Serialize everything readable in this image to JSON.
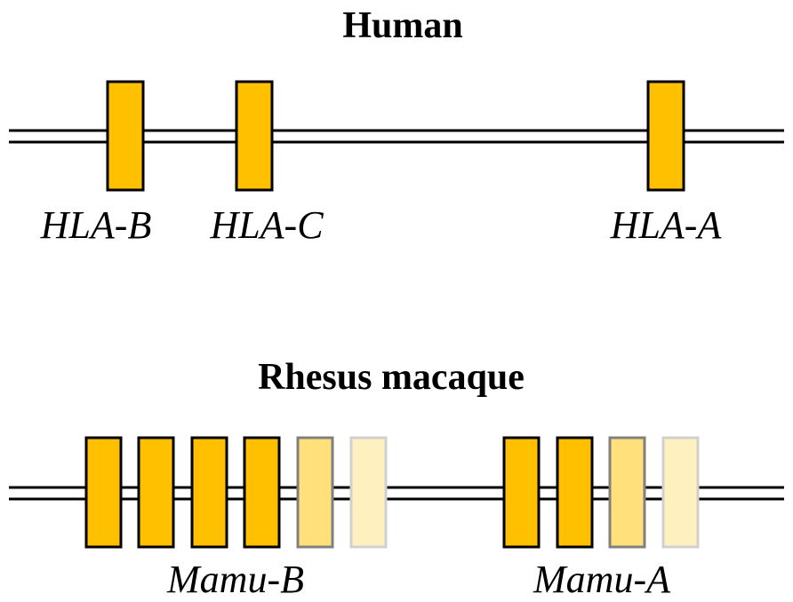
{
  "colors": {
    "background": "#ffffff",
    "line": "#000000",
    "gene_full": "#FFC000",
    "gene_full_border": "#000000",
    "gene_medium": "#FFE07A",
    "gene_medium_border": "#808080",
    "gene_light": "#FFF0C0",
    "gene_light_border": "#D0D0D0"
  },
  "panels": [
    {
      "title": "Human",
      "labels": [
        "HLA-B",
        "HLA-C",
        "HLA-A"
      ],
      "genes": [
        {
          "tone": "full"
        },
        {
          "tone": "full"
        },
        {
          "tone": "full"
        }
      ]
    },
    {
      "title": "Rhesus macaque",
      "labels": [
        "Mamu-B",
        "Mamu-A"
      ],
      "genes": [
        {
          "tone": "full"
        },
        {
          "tone": "full"
        },
        {
          "tone": "full"
        },
        {
          "tone": "full"
        },
        {
          "tone": "medium"
        },
        {
          "tone": "light"
        },
        {
          "tone": "full"
        },
        {
          "tone": "full"
        },
        {
          "tone": "medium"
        },
        {
          "tone": "light"
        }
      ]
    }
  ]
}
